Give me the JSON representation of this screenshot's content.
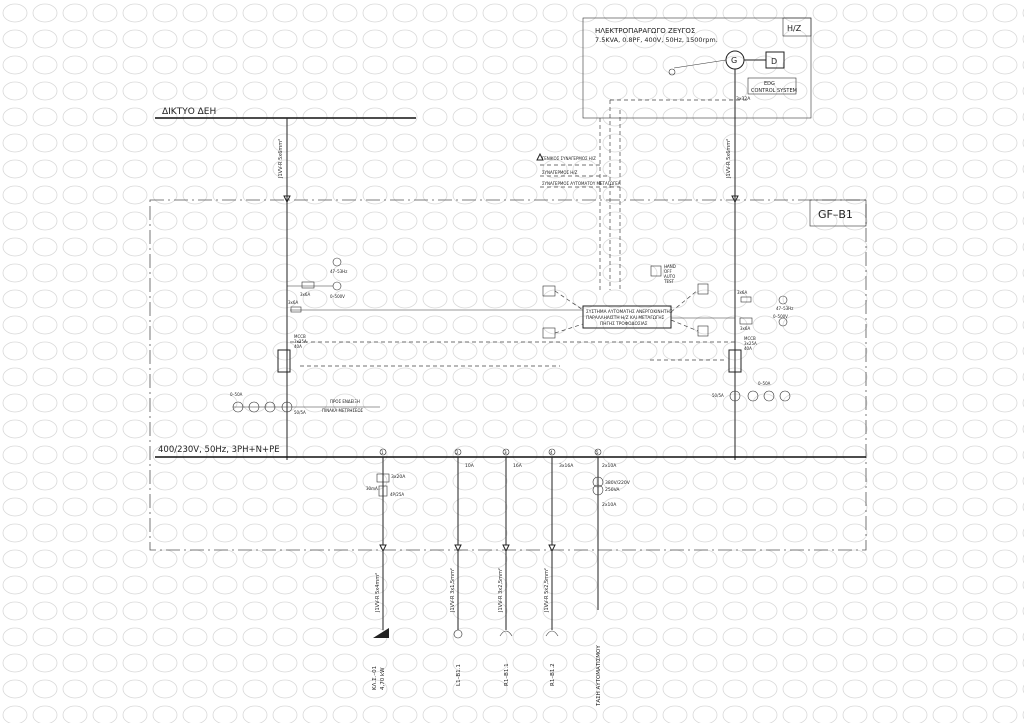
{
  "grid_label": "ΔΙΚΤΥΟ ΔΕΗ",
  "generator": {
    "title": "ΗΛΕΚΤΡΟΠΑΡΑΓΩΓΟ ΖΕΥΓΟΣ",
    "spec": "7.5KVA, 0.8PF, 400V, 50Hz, 1500rpm.",
    "tag": "H/Z",
    "control": [
      "EDG",
      "CONTROL SYSTEM"
    ],
    "breaker_label": "3x32A"
  },
  "panel": {
    "tag": "GF–B1"
  },
  "incoming_cable_left": "J1VV-R 5x6mm²",
  "incoming_cable_right": "J1VV-R 5x6mm²",
  "signals": [
    "ΓΕΝΙΚΟΣ ΣΥΝΑΓΕΡΜΟΣ Η/Ζ",
    "ΣΥΝΑΓΕΡΜΟΣ Η/Ζ",
    "ΣΥΝΑΓΕΡΜΟΣ ΑΥΤΟΜΑΤΟΥ ΜΕΤΑΓΩΓΕΑ"
  ],
  "ats_box": [
    "ΣΥΣΤΗΜΑ ΑΥΤΟΜΑΤΗΣ ΑΝΕΡΓΟΚΙΝΗΤΗΣ",
    "ΠΑΡΑΛΛΗΛΙΣΤΗ Η/Ζ ΚΑΙ ΜΕΤΑΓΩΓΗΣ",
    "ΠΗΓΗΣ ΤΡΟΦΟΔΟΣΙΑΣ"
  ],
  "mode_switch": [
    "HAND",
    "OFF",
    "AUTO",
    "TEST"
  ],
  "left_meter": {
    "freq": "47–53Hz",
    "volt": "0–500V",
    "fuse": "3x6A",
    "fuse2": "3x6A",
    "mccb": [
      "MCCB",
      "3x25A",
      "40A"
    ],
    "amp": "0–50A",
    "ct": "50/5A"
  },
  "right_meter": {
    "freq": "47–53Hz",
    "volt": "0–500V",
    "fuse": "3x6A",
    "fuse2": "3x6A",
    "mccb": [
      "MCCB",
      "3x25A",
      "40A"
    ],
    "amp": "0–50A",
    "ct": "50/5A"
  },
  "ext_note": [
    "ΠΡΟΣ ΕΝΔΕΙΞΗ",
    "ΠΙΝΑΚΑ ΜΕΤΡΗΣΕΩΣ"
  ],
  "busbar": "400/230V, 50Hz, 3PH+N+PE",
  "feeders": [
    {
      "num": "1",
      "breaker": "3x20A",
      "extra": "30mA",
      "extra2": "4P/25A",
      "cable": "J1VV-R 5x4mm²",
      "load": "ΚΛ.Σ.–01",
      "load2": "4,70 kW"
    },
    {
      "num": "2",
      "breaker": "10A",
      "cable": "J1VV-R 3x1,5mm²",
      "load": "L1–B1.1"
    },
    {
      "num": "3",
      "breaker": "16A",
      "cable": "J1VV-R 3x2,5mm²",
      "load": "R1–B1.1"
    },
    {
      "num": "4",
      "breaker": "3x16A",
      "cable": "J1VV-R 5x2,5mm²",
      "load": "R1–B1.2"
    },
    {
      "num": "5",
      "breaker": "2x10A",
      "tr": [
        "380V/220V",
        "250VA"
      ],
      "breaker2": "2x10A",
      "load": "ΤΑΣΗ ΑΥΤΟΜΑΤΙΣΜΟΥ"
    }
  ]
}
